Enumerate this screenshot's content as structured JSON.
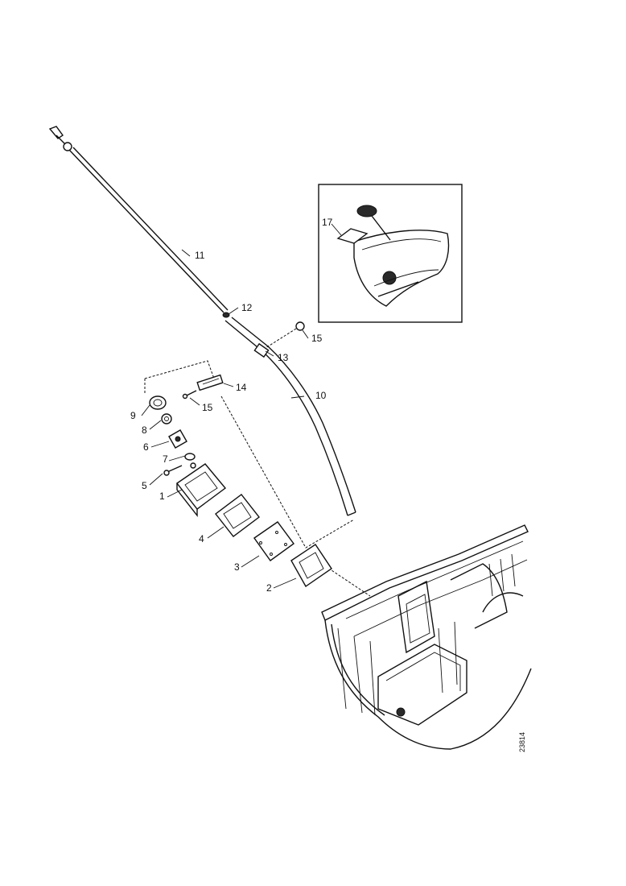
{
  "figure": {
    "reference_number": "23814",
    "ink_color": "#111111",
    "background_color": "#ffffff"
  },
  "callouts": [
    {
      "id": "1",
      "label": "1"
    },
    {
      "id": "2",
      "label": "2"
    },
    {
      "id": "3",
      "label": "3"
    },
    {
      "id": "4",
      "label": "4"
    },
    {
      "id": "5",
      "label": "5"
    },
    {
      "id": "6",
      "label": "6"
    },
    {
      "id": "7",
      "label": "7"
    },
    {
      "id": "8",
      "label": "8"
    },
    {
      "id": "9",
      "label": "9"
    },
    {
      "id": "10",
      "label": "10"
    },
    {
      "id": "11",
      "label": "11"
    },
    {
      "id": "12",
      "label": "12"
    },
    {
      "id": "13",
      "label": "13"
    },
    {
      "id": "14",
      "label": "14"
    },
    {
      "id": "15a",
      "label": "15"
    },
    {
      "id": "15b",
      "label": "15"
    },
    {
      "id": "17",
      "label": "17"
    }
  ]
}
